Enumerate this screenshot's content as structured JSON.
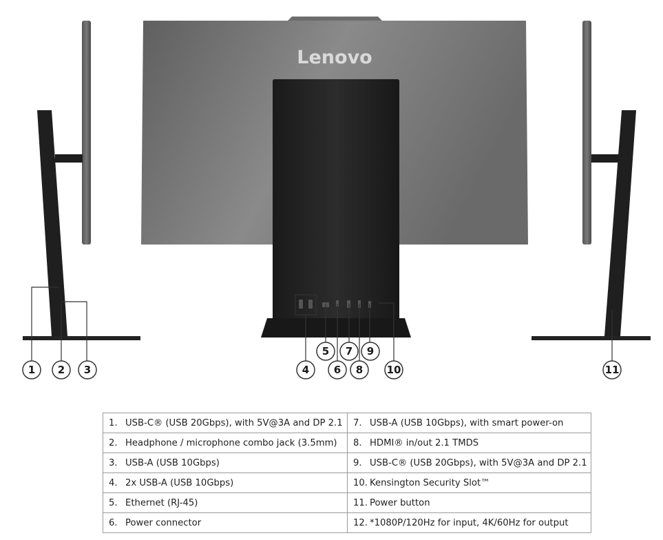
{
  "brand_logo": "Lenovo",
  "callouts": [
    "1",
    "2",
    "3",
    "4",
    "5",
    "6",
    "7",
    "8",
    "9",
    "10",
    "11"
  ],
  "specs": [
    {
      "num": "1.",
      "text": "USB-C® (USB 20Gbps), with 5V@3A and DP 2.1"
    },
    {
      "num": "2.",
      "text": "Headphone / microphone combo jack (3.5mm)"
    },
    {
      "num": "3.",
      "text": "USB-A (USB 10Gbps)"
    },
    {
      "num": "4.",
      "text": "2x USB-A (USB 10Gbps)"
    },
    {
      "num": "5.",
      "text": "Ethernet (RJ-45)"
    },
    {
      "num": "6.",
      "text": "Power connector"
    },
    {
      "num": "7.",
      "text": "USB-A (USB 10Gbps), with smart power-on"
    },
    {
      "num": "8.",
      "text": "HDMI® in/out 2.1 TMDS"
    },
    {
      "num": "9.",
      "text": "USB-C® (USB 20Gbps), with 5V@3A and DP 2.1"
    },
    {
      "num": "10.",
      "text": "Kensington Security Slot™"
    },
    {
      "num": "11.",
      "text": "Power button"
    },
    {
      "num": "12.",
      "text": "*1080P/120Hz for input, 4K/60Hz for output"
    }
  ],
  "colors": {
    "panel": "#6f6f6f",
    "stand": "#1d1d1d",
    "line": "#222222"
  }
}
